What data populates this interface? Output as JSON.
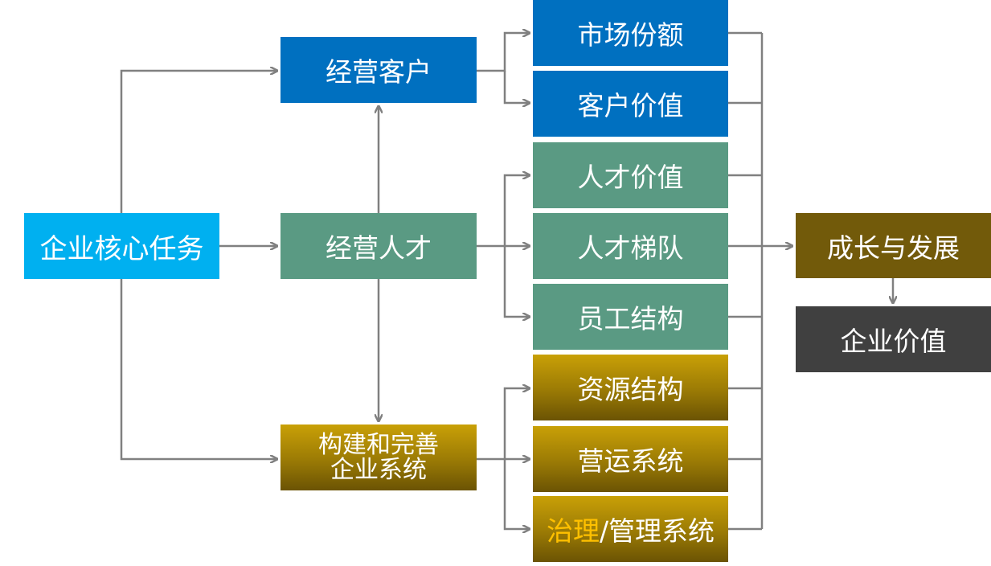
{
  "colors": {
    "blue": "#0070c0",
    "cyan": "#00b0f0",
    "green": "#5a9a83",
    "gold": "#c9a006",
    "olive": "#725a0a",
    "dark": "#404040",
    "connector": "#808080",
    "highlight": "#ffc000"
  },
  "root": {
    "label": "企业核心任务"
  },
  "middle": {
    "customers": "经营客户",
    "talent": "经营人才",
    "systems_line1": "构建和完善",
    "systems_line2": "企业系统"
  },
  "outcomes": {
    "market_share": "市场份额",
    "customer_value": "客户价值",
    "talent_value": "人才价值",
    "talent_pipeline": "人才梯队",
    "staff_structure": "员工结构",
    "resource_structure": "资源结构",
    "operation_system": "营运系统",
    "governance_part": "治理",
    "governance_rest": "/管理系统"
  },
  "results": {
    "growth": "成长与发展",
    "enterprise_value": "企业价值"
  }
}
